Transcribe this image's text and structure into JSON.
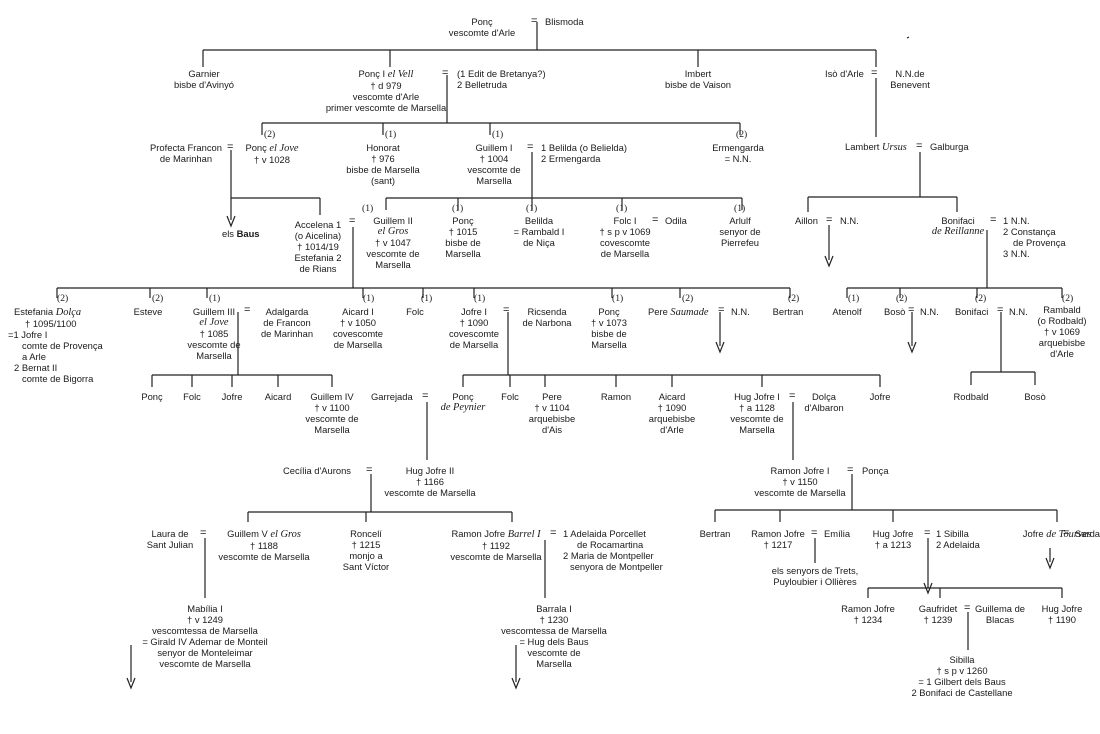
{
  "people": {
    "ponc_arle": {
      "name": "Ponç",
      "title": "vescomte d'Arle"
    },
    "blismoda": {
      "name": "Blismoda"
    },
    "garnier": {
      "name": "Garnier",
      "title": "bisbe d'Avinyó"
    },
    "ponc_i": {
      "name": "Ponç I",
      "epithet": "el Vell",
      "dates": "† d 979",
      "title": "vescomte d'Arle",
      "title2": "primer vescomte de Marsella"
    },
    "ponc_i_wives": {
      "w1": "(1 Edit de Bretanya?)",
      "w2": "2 Belletruda"
    },
    "imbert": {
      "name": "Imbert",
      "title": "bisbe de Vaison"
    },
    "iso": {
      "name": "Isò d'Arle"
    },
    "nn_benevent": {
      "name": "N.N.de",
      "title": "Benevent"
    },
    "profecta": {
      "name": "Profecta Francon",
      "title": "de Marinhan"
    },
    "ponc_jove": {
      "marker": "(2)",
      "name": "Ponç",
      "epithet": "el Jove",
      "dates": "† v 1028"
    },
    "honorat": {
      "marker": "(1)",
      "name": "Honorat",
      "dates": "† 976",
      "title": "bisbe de Marsella",
      "note": "(sant)"
    },
    "guillem_i": {
      "marker": "(1)",
      "name": "Guillem I",
      "dates": "† 1004",
      "title": "vescomte de",
      "title2": "Marsella"
    },
    "guillem_i_wives": {
      "w1": "1 Belilda (o Belielda)",
      "w2": "2 Ermengarda"
    },
    "ermengarda": {
      "marker": "(2)",
      "name": "Ermengarda",
      "spouse": "= N.N."
    },
    "lambert": {
      "name": "Lambert",
      "epithet": "Ursus"
    },
    "galburga": {
      "name": "Galburga"
    },
    "baus": {
      "prefix": "els",
      "name": "Baus"
    },
    "accelena": {
      "name": "Accelena 1",
      "alt": "(o Aicelina)",
      "dates": "† 1014/19",
      "note": "Estefania 2",
      "title": "de Rians"
    },
    "guillem_ii": {
      "marker": "(1)",
      "name": "Guillem II",
      "epithet": "el Gros",
      "dates": "† v 1047",
      "title": "vescomte de",
      "title2": "Marsella"
    },
    "ponc_bisbe": {
      "marker": "(1)",
      "name": "Ponç",
      "dates": "† 1015",
      "title": "bisbe de",
      "title2": "Marsella"
    },
    "belilda": {
      "marker": "(1)",
      "name": "Belilda",
      "spouse": "= Rambald I",
      "title": "de Niça"
    },
    "folc_i": {
      "marker": "(1)",
      "name": "Folc I",
      "dates": "† s p v 1069",
      "title": "covescomte",
      "title2": "de Marsella"
    },
    "odila": {
      "name": "Odila"
    },
    "arlulf": {
      "marker": "(1)",
      "name": "Arlulf",
      "title": "senyor de",
      "title2": "Pierrefeu"
    },
    "aillon": {
      "name": "Aillon",
      "spouse": "N.N."
    },
    "bonifaci_r": {
      "name": "Bonifaci",
      "epithet": "de Reillanne"
    },
    "bonifaci_r_wives": {
      "w1": "1 N.N.",
      "w2": "2 Constança",
      "w2b": "de Provença",
      "w3": "3 N.N."
    },
    "estefania": {
      "marker": "(2)",
      "name": "Estefania",
      "epithet": "Dolça",
      "dates": "† 1095/1100",
      "h1": "=1 Jofre I",
      "h1b": "comte de Provença",
      "h1c": "a Arle",
      "h2": "2 Bernat II",
      "h2b": "comte de Bigorra"
    },
    "esteve": {
      "marker": "(2)",
      "name": "Esteve"
    },
    "guillem_iii": {
      "marker": "(1)",
      "name": "Guillem III",
      "epithet": "el Jove",
      "dates": "† 1085",
      "title": "vescomte de",
      "title2": "Marsella"
    },
    "adalgarda": {
      "name": "Adalgarda",
      "title": "de Francon",
      "title2": "de Marinhan"
    },
    "aicard_i": {
      "marker": "(1)",
      "name": "Aicard I",
      "dates": "† v 1050",
      "title": "covescomte",
      "title2": "de Marsella"
    },
    "folc_b": {
      "marker": "(1)",
      "name": "Folc"
    },
    "jofre_i": {
      "marker": "(1)",
      "name": "Jofre I",
      "dates": "† 1090",
      "title": "covescomte",
      "title2": "de Marsella"
    },
    "ricsenda": {
      "name": "Ricsenda",
      "title": "de Narbona"
    },
    "ponc_1073": {
      "marker": "(1)",
      "name": "Ponç",
      "dates": "† v 1073",
      "title": "bisbe de",
      "title2": "Marsella"
    },
    "pere_saumade": {
      "marker": "(2)",
      "name": "Pere",
      "epithet": "Saumade",
      "spouse": "N.N."
    },
    "bertran_a": {
      "marker": "(2)",
      "name": "Bertran"
    },
    "atenolf": {
      "marker": "(1)",
      "name": "Atenolf"
    },
    "boso_a": {
      "marker": "(2)",
      "name": "Bosò",
      "spouse": "N.N."
    },
    "bonifaci_b": {
      "marker": "(2)",
      "name": "Bonifaci",
      "spouse": "N.N."
    },
    "rambald": {
      "marker": "(2)",
      "name": "Rambald",
      "alt": "(o Rodbald)",
      "dates": "† v 1069",
      "title": "arquebisbe",
      "title2": "d'Arle"
    },
    "g3_children": {
      "c1": "Ponç",
      "c2": "Folc",
      "c3": "Jofre",
      "c4": "Aicard"
    },
    "guillem_iv": {
      "name": "Guillem IV",
      "dates": "† v 1100",
      "title": "vescomte de",
      "title2": "Marsella"
    },
    "garrejada": {
      "name": "Garrejada"
    },
    "ponc_peynier": {
      "name": "Ponç",
      "epithet": "de Peynier"
    },
    "folc_c": {
      "name": "Folc"
    },
    "pere_ais": {
      "name": "Pere",
      "dates": "† v 1104",
      "title": "arquebisbe",
      "title2": "d'Ais"
    },
    "ramon_a": {
      "name": "Ramon"
    },
    "aicard_arle": {
      "name": "Aicard",
      "dates": "† 1090",
      "title": "arquebisbe",
      "title2": "d'Arle"
    },
    "hug_jofre_i": {
      "name": "Hug Jofre I",
      "dates": "† a 1128",
      "title": "vescomte de",
      "title2": "Marsella"
    },
    "dolca": {
      "name": "Dolça",
      "title": "d'Albaron"
    },
    "jofre_b": {
      "name": "Jofre"
    },
    "rodbald": {
      "name": "Rodbald"
    },
    "boso_b": {
      "name": "Bosò"
    },
    "cecilia": {
      "name": "Cecília d'Aurons"
    },
    "hug_jofre_ii": {
      "name": "Hug Jofre II",
      "dates": "† 1166",
      "title": "vescomte de Marsella"
    },
    "ramon_jofre_i": {
      "name": "Ramon Jofre I",
      "dates": "† v 1150",
      "title": "vescomte de Marsella"
    },
    "ponca": {
      "name": "Ponça"
    },
    "laura": {
      "name": "Laura de",
      "title": "Sant Julian"
    },
    "guillem_v": {
      "name": "Guillem V",
      "epithet": "el Gros",
      "dates": "† 1188",
      "title": "vescomte de Marsella"
    },
    "roncelí": {
      "name": "Roncelí",
      "dates": "† 1215",
      "title": "monjo a",
      "title2": "Sant Víctor"
    },
    "ramon_barrel": {
      "name": "Ramon Jofre",
      "epithet": "Barrel I",
      "dates": "† 1192",
      "title": "vescomte de Marsella"
    },
    "ramon_barrel_wives": {
      "w1": "1 Adelaida Porcellet",
      "w1b": "de Rocamartina",
      "w2": "2 Maria de Montpeller",
      "w2b": "senyora de Montpeller"
    },
    "bertran_b": {
      "name": "Bertran"
    },
    "ramon_jofre_1217": {
      "name": "Ramon Jofre",
      "dates": "† 1217"
    },
    "emilia": {
      "name": "Emília"
    },
    "trets": {
      "line1": "els senyors de Trets,",
      "line2": "Puyloubier i Ollières"
    },
    "hug_jofre_1213": {
      "name": "Hug Jofre",
      "dates": "† a 1213"
    },
    "hug_jofre_1213_wives": {
      "w1": "1 Sibilla",
      "w2": "2 Adelaida"
    },
    "jofre_tourves": {
      "name": "Jofre",
      "epithet": "de Tourves"
    },
    "sarda": {
      "name": "Sarda"
    },
    "mabilia": {
      "name": "Mabília I",
      "dates": "† v 1249",
      "title": "vescomtessa de Marsella",
      "h1": "= Girald IV Ademar de Monteil",
      "h1b": "senyor de Monteleimar",
      "h1c": "vescomte de Marsella"
    },
    "barrala": {
      "name": "Barrala I",
      "dates": "† 1230",
      "title": "vescomtessa de Marsella",
      "h1": "= Hug dels Baus",
      "h1b": "vescomte de",
      "h1c": "Marsella"
    },
    "ramon_jofre_1234": {
      "name": "Ramon Jofre",
      "dates": "† 1234"
    },
    "gaufridet": {
      "name": "Gaufridet",
      "dates": "† 1239"
    },
    "guillema": {
      "name": "Guillema de",
      "title": "Blacas"
    },
    "hug_jofre_1190": {
      "name": "Hug Jofre",
      "dates": "† 1190"
    },
    "sibilla": {
      "name": "Sibilla",
      "dates": "† s p v 1260",
      "h1": "= 1 Gilbert dels Baus",
      "h2": "2 Bonifaci de Castellane"
    }
  }
}
